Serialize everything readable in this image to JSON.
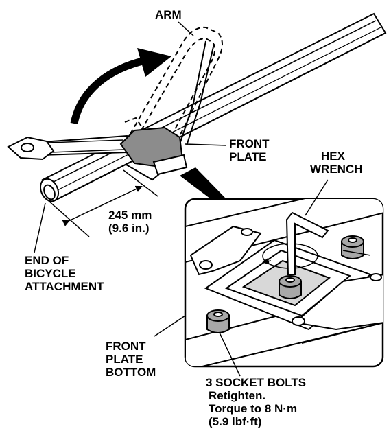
{
  "labels": {
    "arm": "ARM",
    "front_plate": [
      "FRONT",
      "PLATE"
    ],
    "hex_wrench": [
      "HEX",
      "WRENCH"
    ],
    "distance": [
      "245 mm",
      "(9.6 in.)"
    ],
    "end_of_bicycle_attachment": [
      "END OF",
      "BICYCLE",
      "ATTACHMENT"
    ],
    "front_plate_bottom": [
      "FRONT",
      "PLATE",
      "BOTTOM"
    ],
    "socket_bolts": [
      "3 SOCKET BOLTS",
      "Retighten.",
      "Torque to 8 N·m",
      "(5.9 lbf·ft)"
    ]
  },
  "colors": {
    "line": "#000000",
    "shade": "#8c8c8c",
    "bolt": "#a8a8a8"
  }
}
